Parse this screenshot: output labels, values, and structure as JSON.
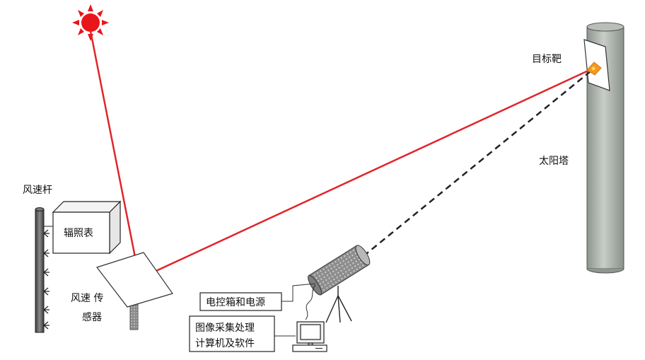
{
  "labels": {
    "target": "目标靶",
    "tower": "太阳塔",
    "wind_pole": "风速杆",
    "irradiance_meter": "辐照表",
    "wind_sensor_line1": "风速 传",
    "wind_sensor_line2": "感器",
    "control_box": "电控箱和电源",
    "computer_line1": "图像采集处理",
    "computer_line2": "计算机及软件"
  },
  "colors": {
    "sun": "#e8161b",
    "reflected_beam": "#e0252b",
    "sight_line": "#222222",
    "tower": "#a3aaa3",
    "target_spot": "#f39a1c"
  }
}
